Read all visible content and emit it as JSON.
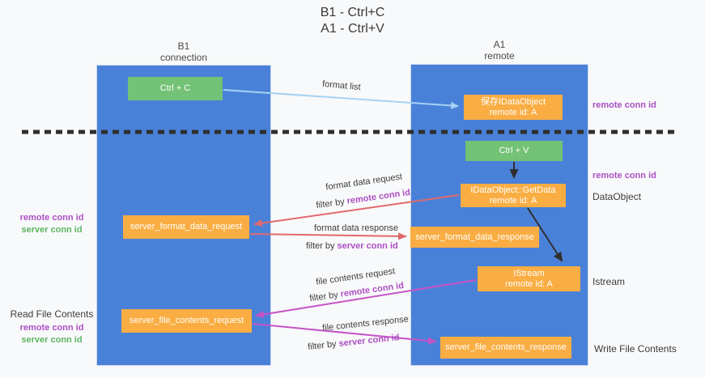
{
  "title": {
    "line1": "B1 - Ctrl+C",
    "line2": "A1 - Ctrl+V"
  },
  "lanes": {
    "left": {
      "name": "B1",
      "role": "connection"
    },
    "right": {
      "name": "A1",
      "role": "remote"
    }
  },
  "boxes": {
    "ctrl_c": {
      "label": "Ctrl + C"
    },
    "save_dataobject": {
      "line1": "保存IDataObject",
      "line2": "remote id: A"
    },
    "ctrl_v": {
      "label": "Ctrl + V"
    },
    "getdata": {
      "line1": "IDataObject::GetData",
      "line2": "remote id: A"
    },
    "format_request": {
      "label": "server_format_data_request"
    },
    "format_response": {
      "label": "server_format_data_response"
    },
    "istream": {
      "line1": "IStream",
      "line2": "remote id: A"
    },
    "file_request": {
      "label": "server_file_contents_request"
    },
    "file_response": {
      "label": "server_file_contents_response"
    }
  },
  "annotations": {
    "format_list": "format list",
    "format_data_request": "format data request",
    "format_data_response": "format data response",
    "file_contents_request": "file contents request",
    "file_contents_response": "file contents response",
    "filter_by": "filter by",
    "remote_conn_id": "remote conn id",
    "server_conn_id": "server conn id"
  },
  "side_labels": {
    "right_remote_conn_id_top": "remote conn id",
    "right_remote_conn_id_mid": "remote conn id",
    "dataobject": "DataObject",
    "istream": "Istream",
    "write_file_contents": "Write File Contents",
    "left_remote_conn_id_1": "remote conn id",
    "left_server_conn_id_1": "server conn id",
    "read_file_contents": "Read File Contents",
    "left_remote_conn_id_2": "remote conn id",
    "left_server_conn_id_2": "server conn id"
  },
  "colors": {
    "lane_blue": "#4a81d8",
    "box_green": "#74c276",
    "box_orange": "#f9ad42",
    "arrow_red": "#e0696e",
    "arrow_magenta": "#c653c6",
    "arrow_light_blue": "#a5d2f3",
    "arrow_black": "#2f2f2f",
    "label_purple": "#ac4fc4",
    "label_green": "#5eb663",
    "text_dark": "#3c3c3c",
    "background": "#f8f9fa"
  }
}
